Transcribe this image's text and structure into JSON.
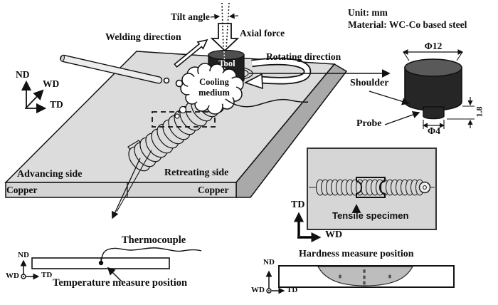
{
  "figure": {
    "main": {
      "tilt_angle": "Tilt angle",
      "welding_direction": "Welding direction",
      "axial_force": "Axial force",
      "rotating_direction": "Rotating direction",
      "tool": "Tool",
      "cooling_line1": "Cooling",
      "cooling_line2": "medium",
      "advancing_side": "Advancing side",
      "retreating_side": "Retreating side",
      "copper_left": "Copper",
      "copper_right": "Copper"
    },
    "axes": {
      "nd": "ND",
      "wd": "WD",
      "td": "TD"
    },
    "tool_detail": {
      "unit": "Unit: mm",
      "material": "Material: WC-Co based steel",
      "shoulder_diameter": "Φ12",
      "probe_diameter": "Φ4",
      "probe_length": "1.8",
      "shoulder": "Shoulder",
      "probe": "Probe"
    },
    "top_view": {
      "tensile_specimen": "Tensile specimen"
    },
    "temperature": {
      "thermocouple": "Thermocouple",
      "caption": "Temperature measure position"
    },
    "hardness": {
      "title": "Hardness measure position"
    },
    "colors": {
      "plate_top": "#dcdcdc",
      "plate_front": "#d4d4d4",
      "plate_side": "#a9a9a9",
      "tool_body": "#1f1f1f",
      "tool_top": "#4f4f4f",
      "panel_bg": "#d6d6d6",
      "nugget": "#bdbdbd",
      "hardness_marker": "#4f4f4f",
      "line": "#111111"
    }
  }
}
